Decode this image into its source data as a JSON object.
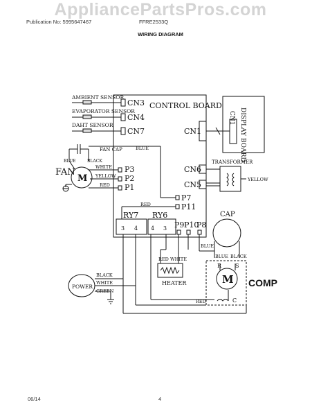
{
  "header": {
    "watermark": "AppliancePartsPros.com",
    "publication": "Publication No: 5995647467",
    "model": "FFRE2533Q",
    "title": "WIRING DIAGRAM"
  },
  "footer": {
    "date": "06/14",
    "page": "4"
  },
  "diagram": {
    "control_board": "CONTROL BOARD",
    "display_board": "DISPLAY BOARD",
    "cn1": "CN1",
    "cn1_display": "CN1",
    "cn3": "CN3",
    "cn4": "CN4",
    "cn7": "CN7",
    "cn5": "CN5",
    "cn6": "CN6",
    "ambient": "AMBIENT SENSOR",
    "evaporator": "EVAPORATOR SENSOR",
    "daht": "DAHT SENSOR",
    "fan_cap": "FAN CAP",
    "fan": "FAN",
    "motor_letter": "M",
    "p1": "P1",
    "p2": "P2",
    "p3": "P3",
    "p7": "P7",
    "p8": "P8",
    "p9": "P9",
    "p10": "P10",
    "p11": "P11",
    "ry6": "RY6",
    "ry7": "RY7",
    "ry7_3": "3",
    "ry7_4": "4",
    "ry6_4": "4",
    "ry6_3": "3",
    "transformer": "TRANSFORMER",
    "cap": "CAP",
    "comp": "COMP",
    "heater": "HEATER",
    "power": "POWER",
    "r": "R",
    "s": "S",
    "c": "C",
    "wires": {
      "blue": "BLUE",
      "black": "BLACK",
      "white": "WHITE",
      "yellow": "YELLOW",
      "red": "RED",
      "green": "GREEN"
    }
  }
}
